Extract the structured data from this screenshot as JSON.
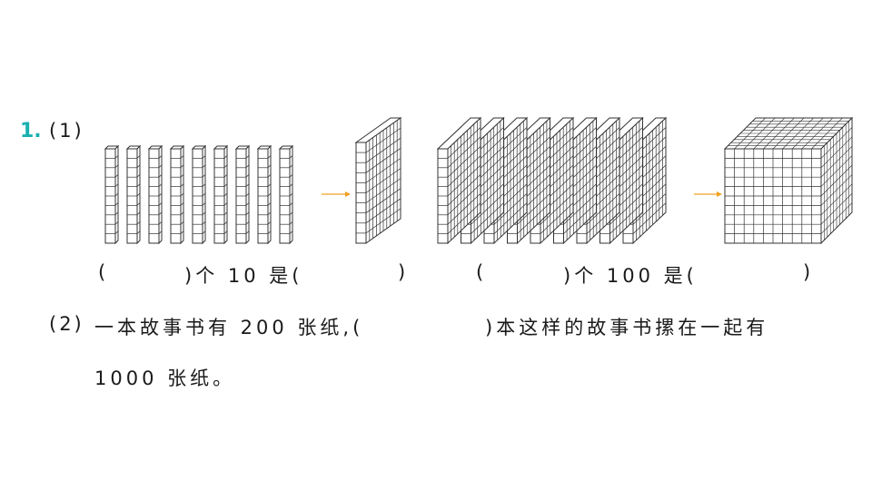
{
  "question": {
    "number": "1.",
    "part1": {
      "label": "(1)",
      "fill_a": {
        "open": "(",
        "mid": ")个 10 是(",
        "close": ")"
      },
      "fill_b": {
        "open": "(",
        "mid": ")个 100 是(",
        "close": ")"
      }
    },
    "part2": {
      "label": "(2)",
      "line1_a": "一本故事书有 200 张纸,(",
      "line1_b": ")本这样的故事书摞在一起有",
      "line2": "1000 张纸。"
    }
  },
  "figure": {
    "rod_count": 9,
    "flat_count": 9,
    "arrow_color": "#f0a020",
    "block_stroke": "#333333",
    "block_fill": "#ffffff"
  }
}
